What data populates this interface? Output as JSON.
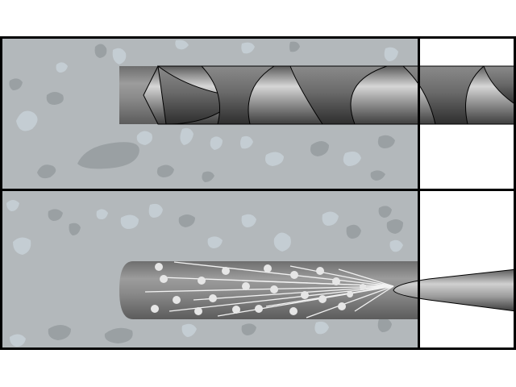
{
  "figure": {
    "panels": [
      {
        "name": "drilling-step",
        "tool": "twist-drill-bit"
      },
      {
        "name": "blow-out-step",
        "tool": "air-nozzle"
      }
    ],
    "colors": {
      "background": "#ffffff",
      "outline": "#000000",
      "concrete": "#b3b8bb",
      "aggregate_dark": "#9aa0a3",
      "aggregate_light": "#c4cdd3",
      "borehole": "#808080",
      "drill_light": "#cfcfcf",
      "drill_dark": "#4a4a4a",
      "particles": "#e6e6e6"
    }
  }
}
